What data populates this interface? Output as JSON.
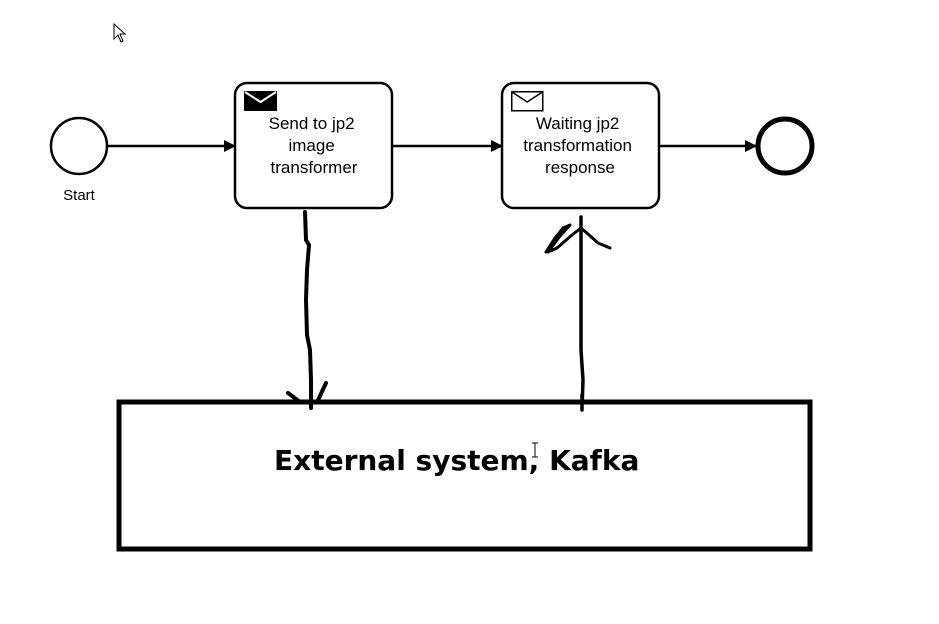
{
  "diagram": {
    "type": "BPMN process",
    "start_event": {
      "label": "Start",
      "icon": "start-event-circle"
    },
    "tasks": [
      {
        "id": "send-task",
        "lines": [
          "Send to jp2",
          "image",
          "transformer"
        ],
        "icon": "envelope-filled-icon",
        "type": "send-task"
      },
      {
        "id": "receive-task",
        "lines": [
          "Waiting jp2",
          "transformation",
          "response"
        ],
        "icon": "envelope-outline-icon",
        "type": "receive-task"
      }
    ],
    "end_event": {
      "label": "",
      "icon": "end-event-circle"
    },
    "external_system": {
      "label": "External system, Kafka"
    },
    "flows": [
      {
        "from": "start",
        "to": "send-task",
        "style": "sequence"
      },
      {
        "from": "send-task",
        "to": "receive-task",
        "style": "sequence"
      },
      {
        "from": "receive-task",
        "to": "end",
        "style": "sequence"
      },
      {
        "from": "send-task",
        "to": "external-system",
        "style": "hand-drawn"
      },
      {
        "from": "external-system",
        "to": "receive-task",
        "style": "hand-drawn"
      }
    ],
    "colors": {
      "stroke": "#000000",
      "background": "#ffffff"
    }
  },
  "cursor": {
    "pointer_icon": "mouse-pointer-icon",
    "text_cursor_icon": "text-cursor-icon"
  }
}
